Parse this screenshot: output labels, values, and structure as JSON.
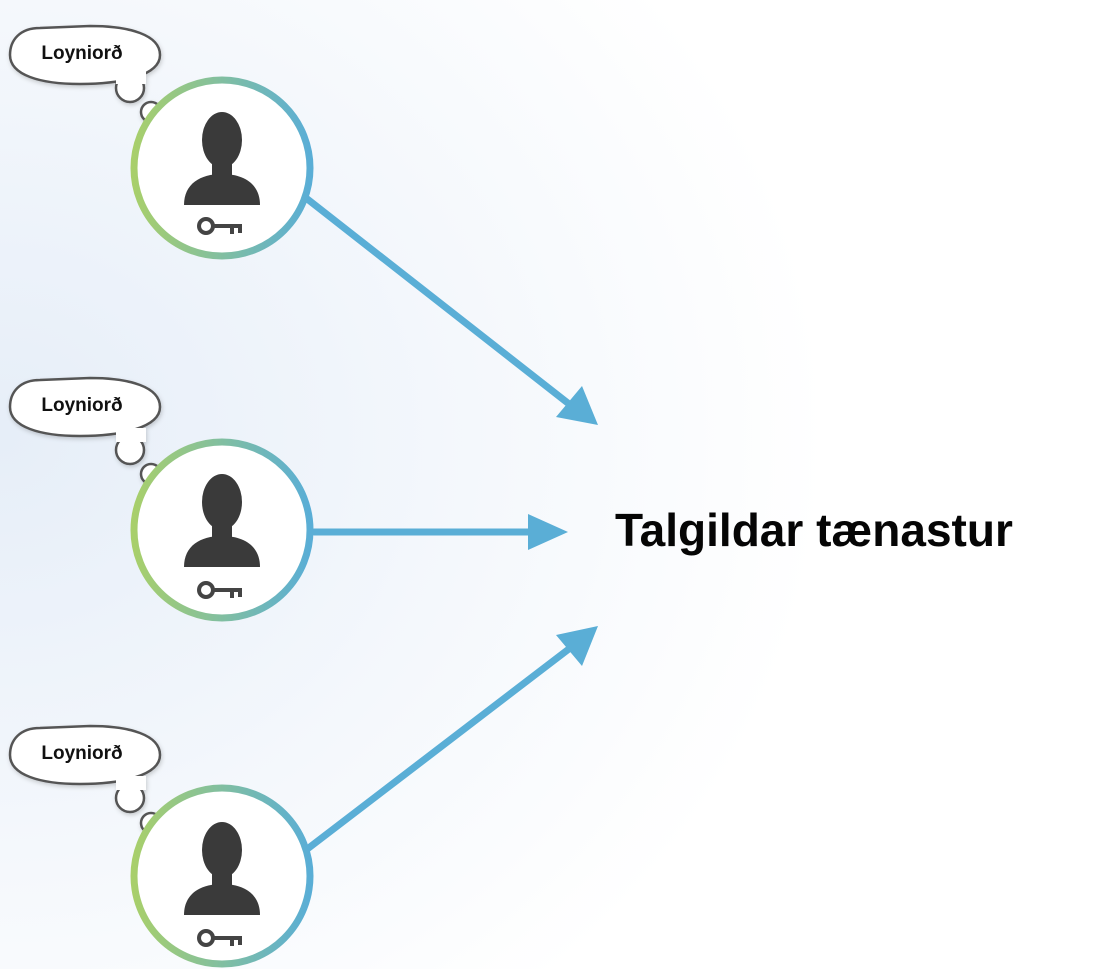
{
  "diagram": {
    "target_label": "Talgildar tænastur",
    "users": [
      {
        "thought": "Loyniorð",
        "icon": "user-silhouette-icon",
        "badge_icon": "key-icon"
      },
      {
        "thought": "Loyniorð",
        "icon": "user-silhouette-icon",
        "badge_icon": "key-icon"
      },
      {
        "thought": "Loyniorð",
        "icon": "user-silhouette-icon",
        "badge_icon": "key-icon"
      }
    ]
  },
  "colors": {
    "arrow": "#5aaed6",
    "ring_start": "#a8cf6b",
    "ring_end": "#5aaed6",
    "silhouette": "#3a3a3a",
    "key": "#444444",
    "background_tint": "#e6eef8"
  }
}
